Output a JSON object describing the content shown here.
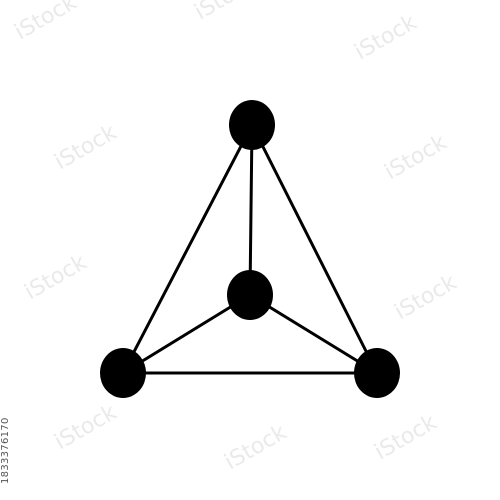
{
  "diagram": {
    "kind": "tetrahedron-molecule",
    "node_color": "#000000",
    "edge_color": "#000000",
    "background": "#ffffff",
    "nodes": [
      {
        "id": "top"
      },
      {
        "id": "center"
      },
      {
        "id": "bottom-left"
      },
      {
        "id": "bottom-right"
      }
    ],
    "edges": [
      {
        "from": "top",
        "to": "bottom-left"
      },
      {
        "from": "top",
        "to": "bottom-right"
      },
      {
        "from": "bottom-left",
        "to": "bottom-right"
      },
      {
        "from": "top",
        "to": "center"
      },
      {
        "from": "center",
        "to": "bottom-left"
      },
      {
        "from": "center",
        "to": "bottom-right"
      }
    ]
  },
  "watermark": {
    "text": "iStock",
    "stock_id": "1833376170"
  }
}
